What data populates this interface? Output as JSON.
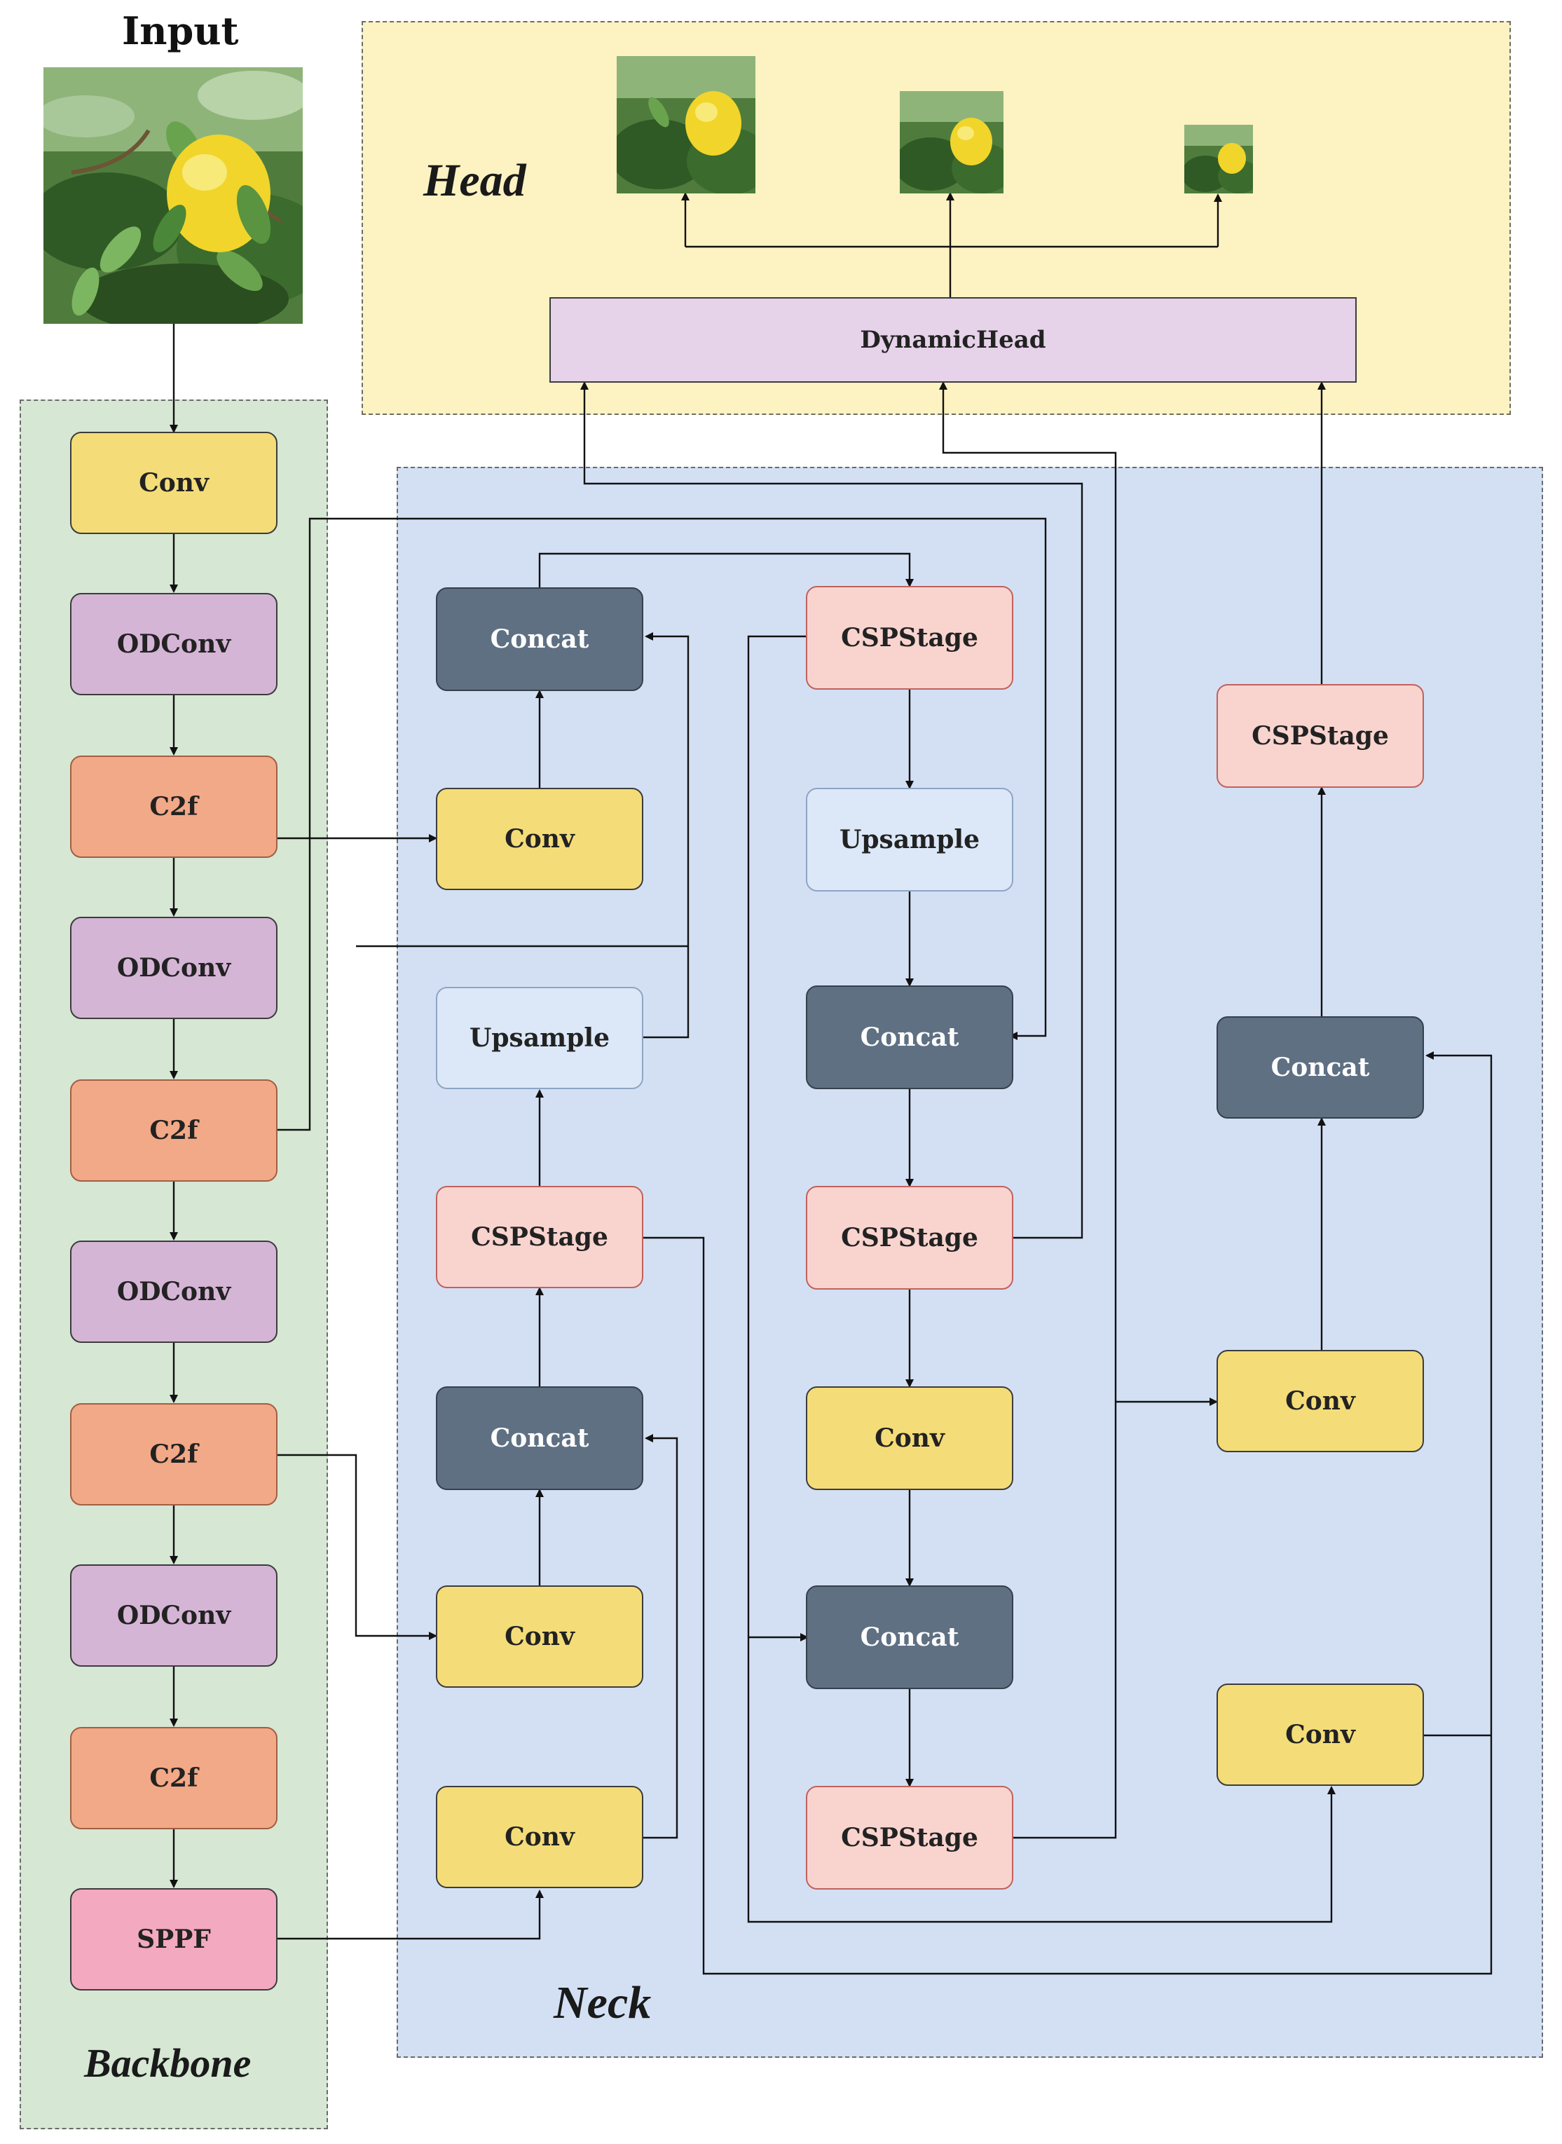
{
  "input_title": "Input",
  "regions": {
    "head": "Head",
    "neck": "Neck",
    "backbone": "Backbone"
  },
  "backbone": [
    "Conv",
    "ODConv",
    "C2f",
    "ODConv",
    "C2f",
    "ODConv",
    "C2f",
    "ODConv",
    "C2f",
    "SPPF"
  ],
  "head_block": "DynamicHead",
  "neck": {
    "col1": [
      "Concat",
      "Conv",
      "Upsample",
      "CSPStage",
      "Concat",
      "Conv",
      "Conv"
    ],
    "col2": [
      "CSPStage",
      "Upsample",
      "Concat",
      "CSPStage",
      "Conv",
      "Concat",
      "CSPStage"
    ],
    "col3": [
      "CSPStage",
      "Concat",
      "Conv",
      "Conv"
    ]
  },
  "colors": {
    "conv": "#f4dd78",
    "odconv": "#d5b5d6",
    "c2f": "#f2a987",
    "sppf": "#f3a9c0",
    "concat": "#5f7083",
    "cspstage": "#f9d4cf",
    "upsample": "#dce8f7",
    "dynamichead": "#e6d2e9",
    "head_region": "#fdf2c2",
    "neck_region": "#d3e0f4",
    "backbone_region": "#d6e7d4"
  }
}
